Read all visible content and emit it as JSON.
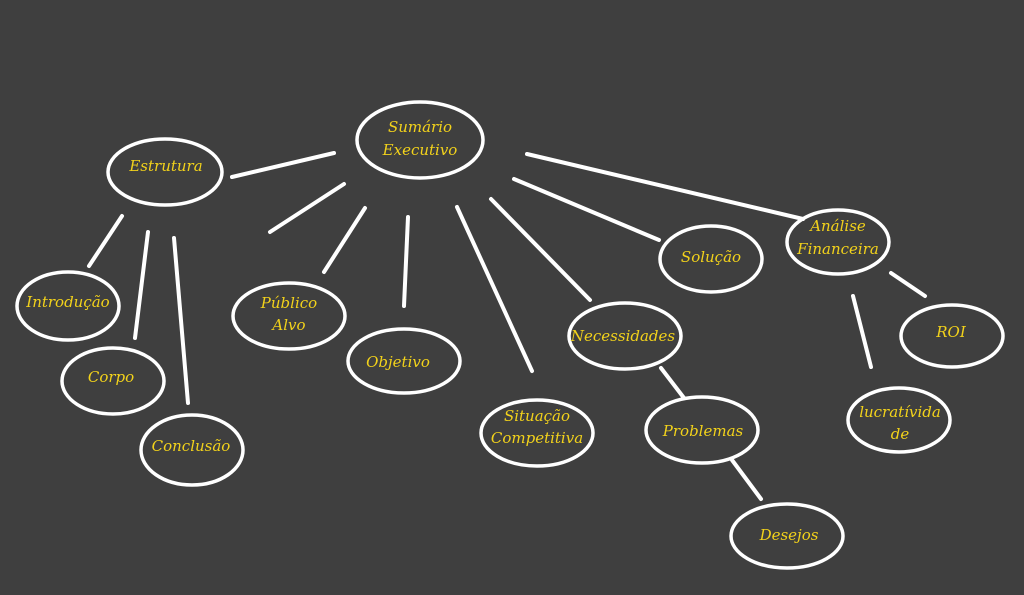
{
  "colors": {
    "background": "#3f3f3f",
    "stroke": "#ffffff",
    "text": "#f2d21b"
  },
  "nodes": {
    "sumario": {
      "lines": [
        "Sumário",
        "Executivo"
      ]
    },
    "estrutura": {
      "lines": [
        "Estrutura"
      ]
    },
    "introducao": {
      "lines": [
        "Introdução"
      ]
    },
    "corpo": {
      "lines": [
        "Corpo"
      ]
    },
    "conclusao": {
      "lines": [
        "Conclusão"
      ]
    },
    "publico": {
      "lines": [
        "Público",
        "Alvo"
      ]
    },
    "objetivo": {
      "lines": [
        "Objetivo"
      ]
    },
    "situacao": {
      "lines": [
        "Situação",
        "Competitiva"
      ]
    },
    "necessidades": {
      "lines": [
        "Necessidades"
      ]
    },
    "problemas": {
      "lines": [
        "Problemas"
      ]
    },
    "desejos": {
      "lines": [
        "Desejos"
      ]
    },
    "solucao": {
      "lines": [
        "Solução"
      ]
    },
    "analise": {
      "lines": [
        "Análise",
        "Financeira"
      ]
    },
    "roi": {
      "lines": [
        "ROI"
      ]
    },
    "lucratividade": {
      "lines": [
        "lucratívida",
        "de"
      ]
    }
  }
}
